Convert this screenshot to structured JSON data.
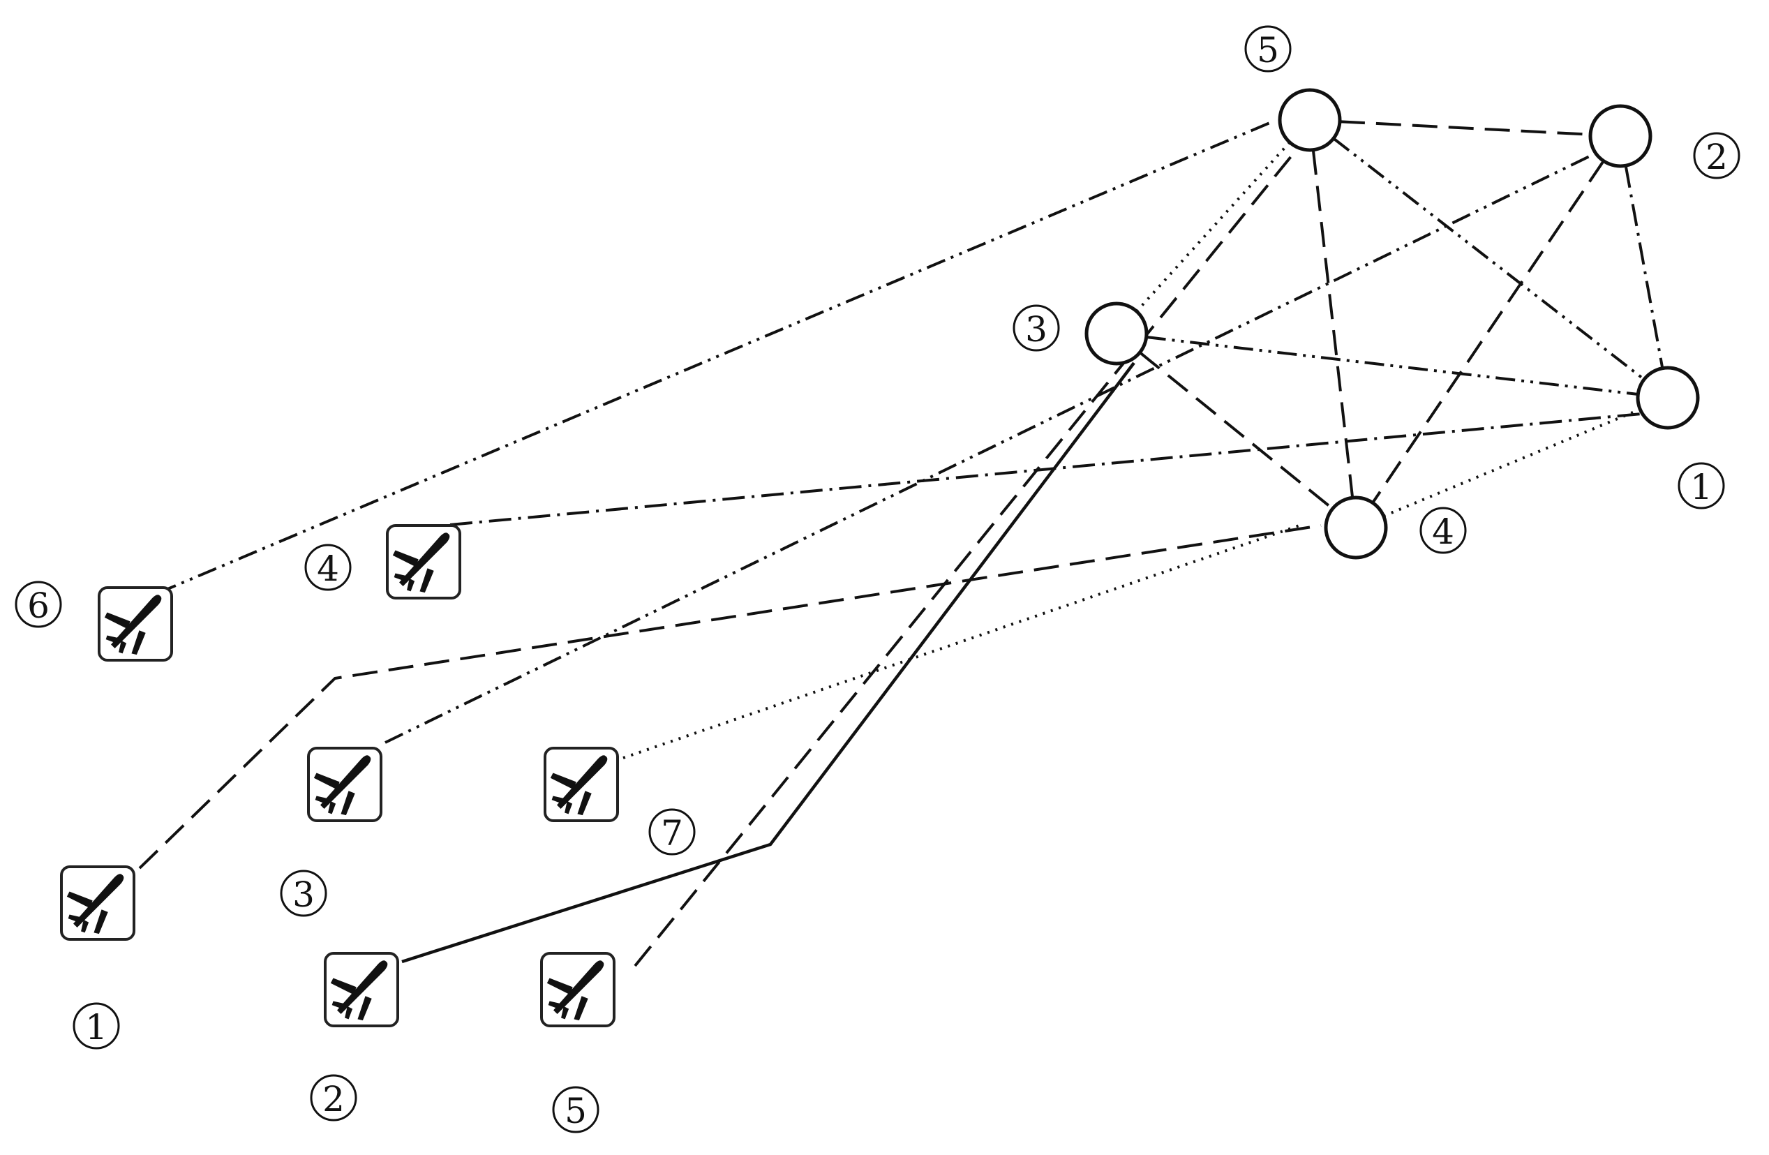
{
  "diagram": {
    "nodes": [
      {
        "id": "n5",
        "label": "5"
      },
      {
        "id": "n2",
        "label": "2"
      },
      {
        "id": "n3",
        "label": "3"
      },
      {
        "id": "n1",
        "label": "1"
      },
      {
        "id": "n4",
        "label": "4"
      }
    ],
    "aircraft": [
      {
        "id": "a6",
        "label": "6"
      },
      {
        "id": "a4",
        "label": "4"
      },
      {
        "id": "a3",
        "label": "3"
      },
      {
        "id": "a7",
        "label": "7"
      },
      {
        "id": "a1",
        "label": "1"
      },
      {
        "id": "a2",
        "label": "2"
      },
      {
        "id": "a5",
        "label": "5"
      }
    ],
    "edges": [
      {
        "from": "n5",
        "to": "n2",
        "style": "dash"
      },
      {
        "from": "n5",
        "to": "n4",
        "style": "dash"
      },
      {
        "from": "n5",
        "to": "n1",
        "style": "dashdotdot"
      },
      {
        "from": "n5",
        "to": "n3",
        "style": "dot"
      },
      {
        "from": "n2",
        "to": "n1",
        "style": "dashdot"
      },
      {
        "from": "n2",
        "to": "n4",
        "style": "dash"
      },
      {
        "from": "n3",
        "to": "n4",
        "style": "dash"
      },
      {
        "from": "n3",
        "to": "n1",
        "style": "dashdotdot"
      },
      {
        "from": "n4",
        "to": "n1",
        "style": "dot"
      },
      {
        "from": "a6",
        "to": "n5",
        "style": "dashdotdot"
      },
      {
        "from": "a4",
        "to": "n1",
        "style": "dashdot"
      },
      {
        "from": "a3",
        "to": "n2",
        "style": "dashdotdot"
      },
      {
        "from": "a7",
        "to": "n4",
        "style": "dot"
      },
      {
        "from": "a1",
        "to": "n4",
        "style": "dash",
        "via": "bend"
      },
      {
        "from": "a2",
        "to": "n3",
        "style": "solid",
        "via": "bend"
      },
      {
        "from": "a5",
        "to": "n5",
        "style": "dash"
      }
    ]
  }
}
